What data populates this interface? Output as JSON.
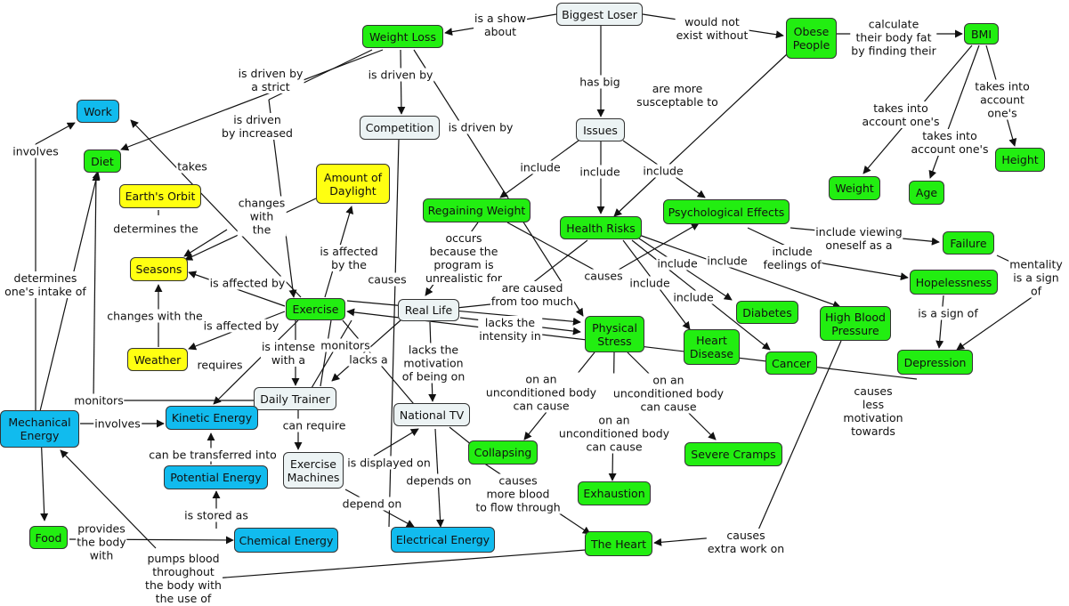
{
  "colors": {
    "green": "#22ee11",
    "blue": "#11bbee",
    "yellow": "#ffff11",
    "gray": "#ecf3f4"
  },
  "nodes": {
    "biggest_loser": "Biggest Loser",
    "weight_loss": "Weight Loss",
    "obese_people": "Obese\nPeople",
    "bmi": "BMI",
    "work": "Work",
    "competition": "Competition",
    "issues": "Issues",
    "diet": "Diet",
    "earths_orbit": "Earth's Orbit",
    "amount_daylight": "Amount of\nDaylight",
    "regaining_weight": "Regaining Weight",
    "health_risks": "Health Risks",
    "psych_effects": "Psychological Effects",
    "weight": "Weight",
    "age": "Age",
    "height": "Height",
    "seasons": "Seasons",
    "failure": "Failure",
    "hopelessness": "Hopelessness",
    "exercise": "Exercise",
    "real_life": "Real Life",
    "physical_stress": "Physical\nStress",
    "diabetes": "Diabetes",
    "high_bp": "High Blood\nPressure",
    "heart_disease": "Heart\nDisease",
    "cancer": "Cancer",
    "weather": "Weather",
    "depression": "Depression",
    "daily_trainer": "Daily Trainer",
    "mechanical_energy": "Mechanical\nEnergy",
    "kinetic_energy": "Kinetic Energy",
    "national_tv": "National TV",
    "exercise_machines": "Exercise\nMachines",
    "collapsing": "Collapsing",
    "severe_cramps": "Severe Cramps",
    "potential_energy": "Potential Energy",
    "exhaustion": "Exhaustion",
    "food": "Food",
    "chemical_energy": "Chemical Energy",
    "electrical_energy": "Electrical Energy",
    "the_heart": "The Heart"
  },
  "links": {
    "is_a_show_about": "is a show\nabout",
    "would_not_exist": "would not\nexist without",
    "calculate_bmi": "calculate\ntheir body fat\nby finding their",
    "has_big": "has big",
    "more_susceptable": "are more\nsusceptable to",
    "driven_strict": "is driven by\na strict",
    "driven_by_comp": "is driven by",
    "driven_increased": "is driven\nby increased",
    "driven_by_stress": "is driven by",
    "takes_into_1": "takes into\naccount one's",
    "takes_into_2": "takes into\naccount one's",
    "takes_into_3": "takes into\naccount one's",
    "involves_work": "involves",
    "takes": "takes",
    "include_rw": "include",
    "include_hr": "include",
    "include_pe": "include",
    "determines_the": "determines the",
    "changes_with_the_1": "changes\nwith\nthe",
    "is_affected_by_the": "is affected\nby the",
    "occurs_because": "occurs\nbecause the\nprogram is\nunrealistic for",
    "include_viewing": "include viewing\noneself as a",
    "include_feelings": "include\nfeelings of",
    "include_diabetes": "include",
    "include_bp": "include",
    "include_hd": "include",
    "include_cancer": "include",
    "mentality_sign": "mentality\nis a sign of",
    "determines_intake": "determines\none's intake of",
    "is_affected_by_1": "is affected by",
    "causes_1": "causes",
    "causes_2": "causes",
    "caused_from": "are caused\nfrom too much",
    "is_a_sign_of": "is a sign of",
    "changes_with_the_2": "changes with the",
    "lacks_intensity": "lacks the\nintensity in",
    "is_affected_by_2": "is affected by",
    "monitors_1": "monitors",
    "requires": "requires",
    "is_intense": "is intense\nwith a",
    "lacks_a": "lacks a",
    "lacks_motivation": "lacks the\nmotivation\nof being on",
    "causes_less_motivation": "causes\nless\nmotivation\ntowards",
    "monitors_2": "monitors",
    "on_unconditioned_1": "on an\nunconditioned body\ncan cause",
    "on_unconditioned_2": "on an\nunconditioned body\ncan cause",
    "on_unconditioned_3": "on an\nunconditioned body\ncan cause",
    "involves_kinetic": "involves",
    "can_require": "can require",
    "can_be_transferred": "can be transferred into",
    "is_displayed_on": "is displayed on",
    "depends_on": "depends on",
    "causes_more_blood": "causes\nmore blood\nto flow through",
    "depend_on": "depend on",
    "is_stored_as": "is stored as",
    "provides_body": "provides\nthe body\nwith",
    "causes_extra_work": "causes\nextra work on",
    "pumps_blood": "pumps blood\nthroughout\nthe body with\nthe use of"
  }
}
